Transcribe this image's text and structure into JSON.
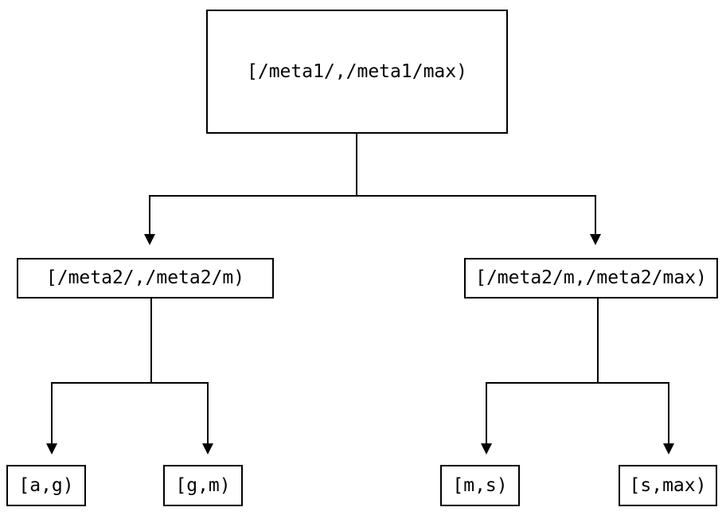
{
  "diagram": {
    "type": "tree",
    "title": "",
    "background_color": "#ffffff",
    "line_color": "#000000",
    "text_color": "#000000",
    "nodes": {
      "root": {
        "label": "[/meta1/,/meta1/max)"
      },
      "mid_left": {
        "label": "[/meta2/,/meta2/m)"
      },
      "mid_right": {
        "label": "[/meta2/m,/meta2/max)"
      },
      "leaf_1": {
        "label": "[a,g)"
      },
      "leaf_2": {
        "label": "[g,m)"
      },
      "leaf_3": {
        "label": "[m,s)"
      },
      "leaf_4": {
        "label": "[s,max)"
      }
    },
    "edges": [
      {
        "from": "root",
        "to": "mid_left",
        "arrow": "down-triangle"
      },
      {
        "from": "root",
        "to": "mid_right",
        "arrow": "down-triangle"
      },
      {
        "from": "mid_left",
        "to": "leaf_1",
        "arrow": "down-triangle"
      },
      {
        "from": "mid_left",
        "to": "leaf_2",
        "arrow": "down-triangle"
      },
      {
        "from": "mid_right",
        "to": "leaf_3",
        "arrow": "down-triangle"
      },
      {
        "from": "mid_right",
        "to": "leaf_4",
        "arrow": "down-triangle"
      }
    ]
  }
}
